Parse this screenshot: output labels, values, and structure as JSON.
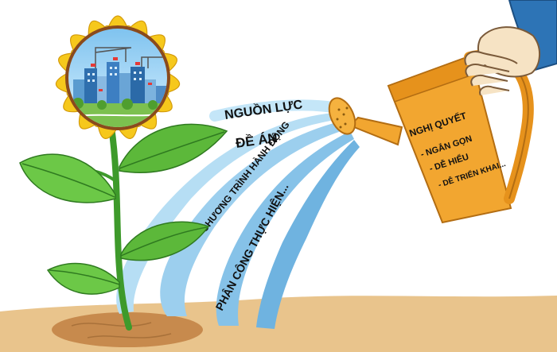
{
  "stream_labels": {
    "resources": "NGUỒN LỰC",
    "project": "ĐỀ ÁN",
    "action_program": "CHƯƠNG TRÌNH HÀNH ĐỘNG",
    "assignment": "PHÂN CÔNG THỰC HIỆN..."
  },
  "can": {
    "title": "NGHỊ QUYẾT",
    "point_1": "- NGẮN GỌN",
    "point_2": "- DỄ HIỂU",
    "point_3": "- DỄ TRIỂN KHAI..."
  },
  "colors": {
    "petal": "#f6c81c",
    "can": "#f2a630",
    "water": "#8fc9ea",
    "leaf": "#5cb83a",
    "soil": "#d99a5a",
    "sleeve": "#2d74b6"
  }
}
